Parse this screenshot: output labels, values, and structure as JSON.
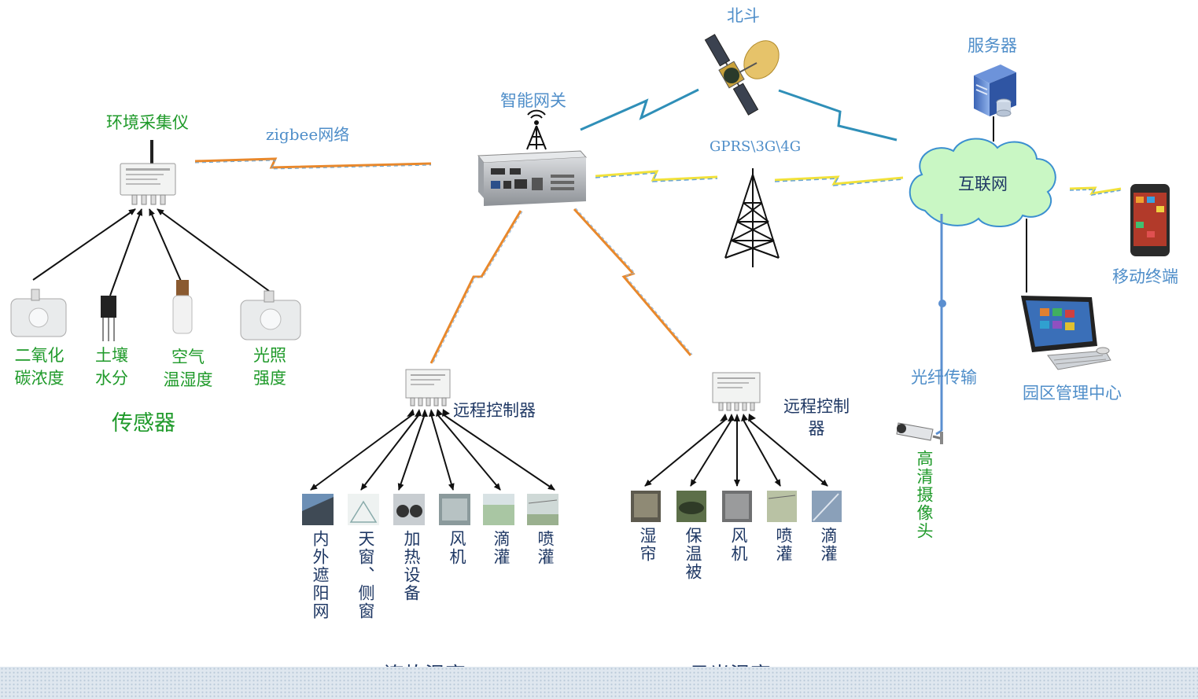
{
  "labels": {
    "beidou": "北斗",
    "server": "服务器",
    "gateway": "智能网关",
    "env_collector": "环境采集仪",
    "zigbee": "zigbee网络",
    "gprs": "GPRS\\3G\\4G",
    "internet": "互联网",
    "mobile": "移动终端",
    "park_center": "园区管理中心",
    "fiber": "光纤传输",
    "camera": "高清摄像头",
    "sensors_title": "传感器",
    "remote_ctrl_1": "远程控制器",
    "remote_ctrl_2": "远程控制器",
    "greenhouse_1": "连栋温室",
    "greenhouse_2": "日光温室"
  },
  "sensors": [
    {
      "line1": "二氧化",
      "line2": "碳浓度"
    },
    {
      "line1": "土壤",
      "line2": "水分"
    },
    {
      "line1": "空气",
      "line2": "温湿度"
    },
    {
      "line1": "光照",
      "line2": "强度"
    }
  ],
  "devices_1": [
    "内外遮阳网",
    "天窗、侧窗",
    "加热设备",
    "风机",
    "滴灌",
    "喷灌"
  ],
  "devices_2": [
    "湿帘",
    "保温被",
    "风机",
    "喷灌",
    "滴灌"
  ],
  "colors": {
    "label_blue": "#4f8ec9",
    "label_green": "#1f9a2a",
    "label_navy": "#1f3864",
    "cloud": "#c9f7c4",
    "link_orange": "#e8882c",
    "link_yellow": "#f2e23a",
    "link_teal": "#2f8fb8",
    "fiber_blue": "#5b8fd0"
  }
}
